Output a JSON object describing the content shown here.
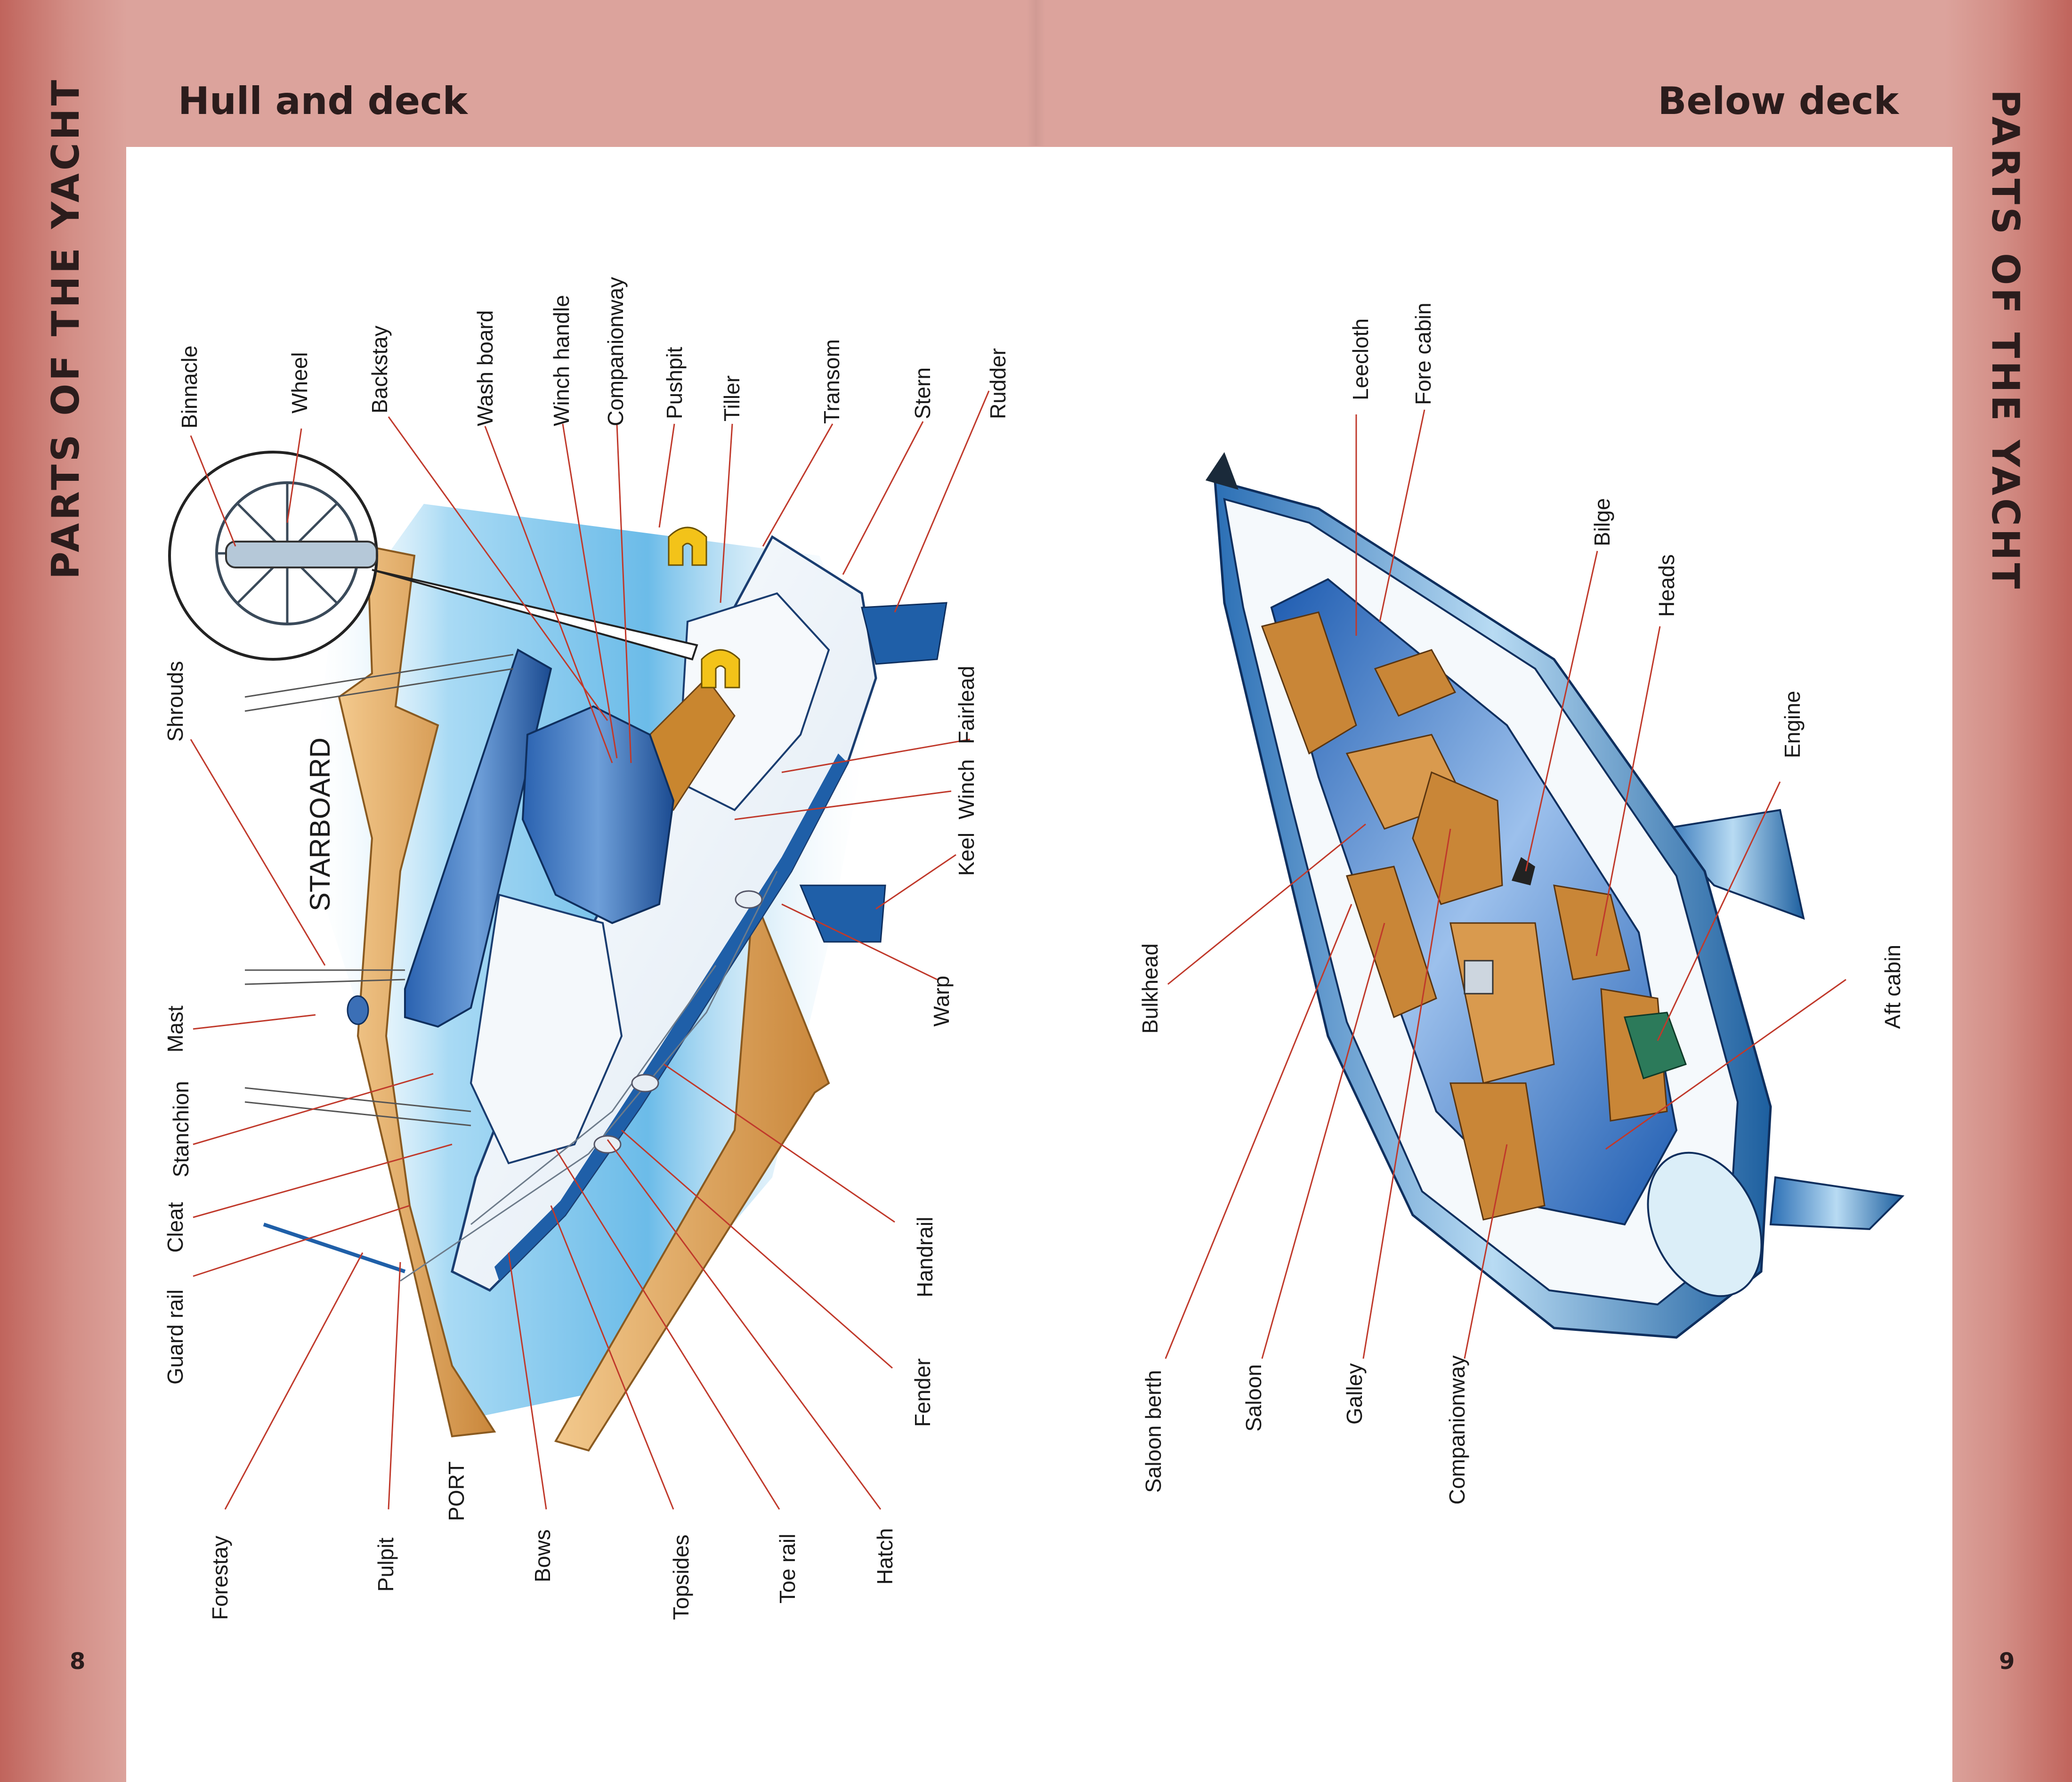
{
  "left_page": {
    "header": "Hull and deck",
    "side_title": "PARTS OF THE YACHT",
    "page_number": "8",
    "side_labels": {
      "starboard": "STARBOARD",
      "port": "PORT"
    },
    "labels": {
      "binnacle": "Binnacle",
      "wheel": "Wheel",
      "backstay": "Backstay",
      "wash_board": "Wash board",
      "winch_handle": "Winch handle",
      "companionway": "Companionway",
      "pushpit": "Pushpit",
      "tiller": "Tiller",
      "transom": "Transom",
      "stern": "Stern",
      "rudder": "Rudder",
      "shrouds": "Shrouds",
      "mast": "Mast",
      "stanchion": "Stanchion",
      "cleat": "Cleat",
      "guard_rail": "Guard rail",
      "fairlead": "Fairlead",
      "winch": "Winch",
      "keel": "Keel",
      "warp": "Warp",
      "handrail": "Handrail",
      "fender": "Fender",
      "forestay": "Forestay",
      "pulpit": "Pulpit",
      "bows": "Bows",
      "topsides": "Topsides",
      "toe_rail": "Toe rail",
      "hatch": "Hatch"
    }
  },
  "right_page": {
    "header": "Below deck",
    "side_title": "PARTS OF THE YACHT",
    "page_number": "9",
    "labels": {
      "leecloth": "Leecloth",
      "fore_cabin": "Fore cabin",
      "bilge": "Bilge",
      "heads": "Heads",
      "engine": "Engine",
      "aft_cabin": "Aft cabin",
      "bulkhead": "Bulkhead",
      "saloon_berth": "Saloon berth",
      "saloon": "Saloon",
      "galley": "Galley",
      "companionway": "Companionway"
    }
  },
  "colors": {
    "border": "#dca39c",
    "border_dark": "#c0645c",
    "leader_line": "#c0392b",
    "hull_blue": "#1f5fa8",
    "water": "#8fcdef",
    "wood": "#d9a056"
  }
}
